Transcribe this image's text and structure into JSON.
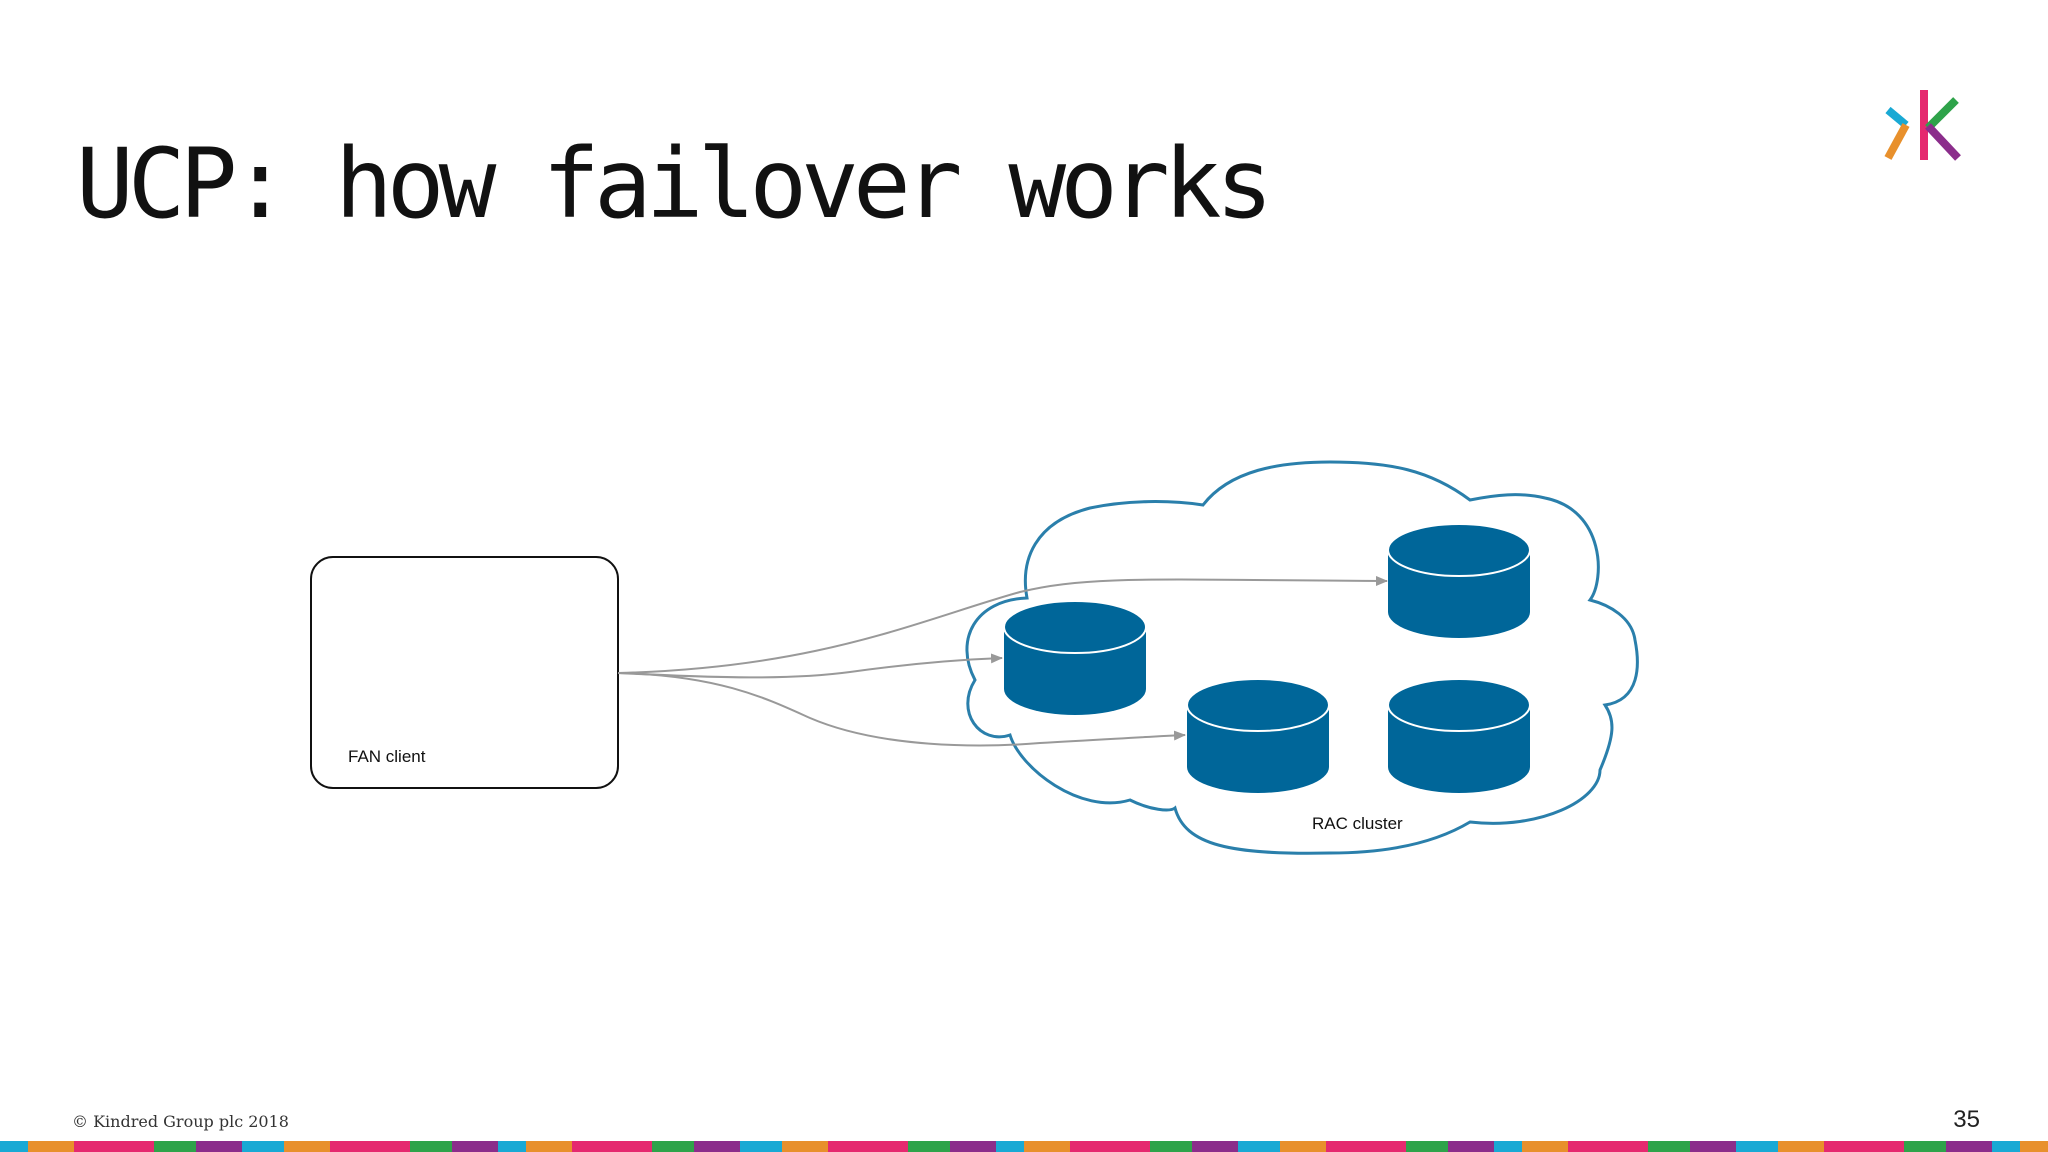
{
  "slide": {
    "title": "UCP: how failover works",
    "footer": "© Kindred Group plc 2018",
    "page_number": "35"
  },
  "diagram": {
    "client_label": "FAN client",
    "cluster_label": "RAC cluster",
    "database_nodes": 4,
    "connections": 3
  },
  "colors": {
    "cylinder_fill": "#006699",
    "cloud_stroke": "#2a7fab",
    "arrow": "#999999",
    "logo": [
      "#e8902c",
      "#19a9d4",
      "#e5296f",
      "#8b2d8b",
      "#2ea34a"
    ]
  },
  "footer_stripe": {
    "colors": [
      "#19a9d4",
      "#e8902c",
      "#e5296f",
      "#2ea34a",
      "#8b2d8b",
      "#19a9d4",
      "#e8902c",
      "#e5296f",
      "#2ea34a",
      "#8b2d8b"
    ]
  }
}
